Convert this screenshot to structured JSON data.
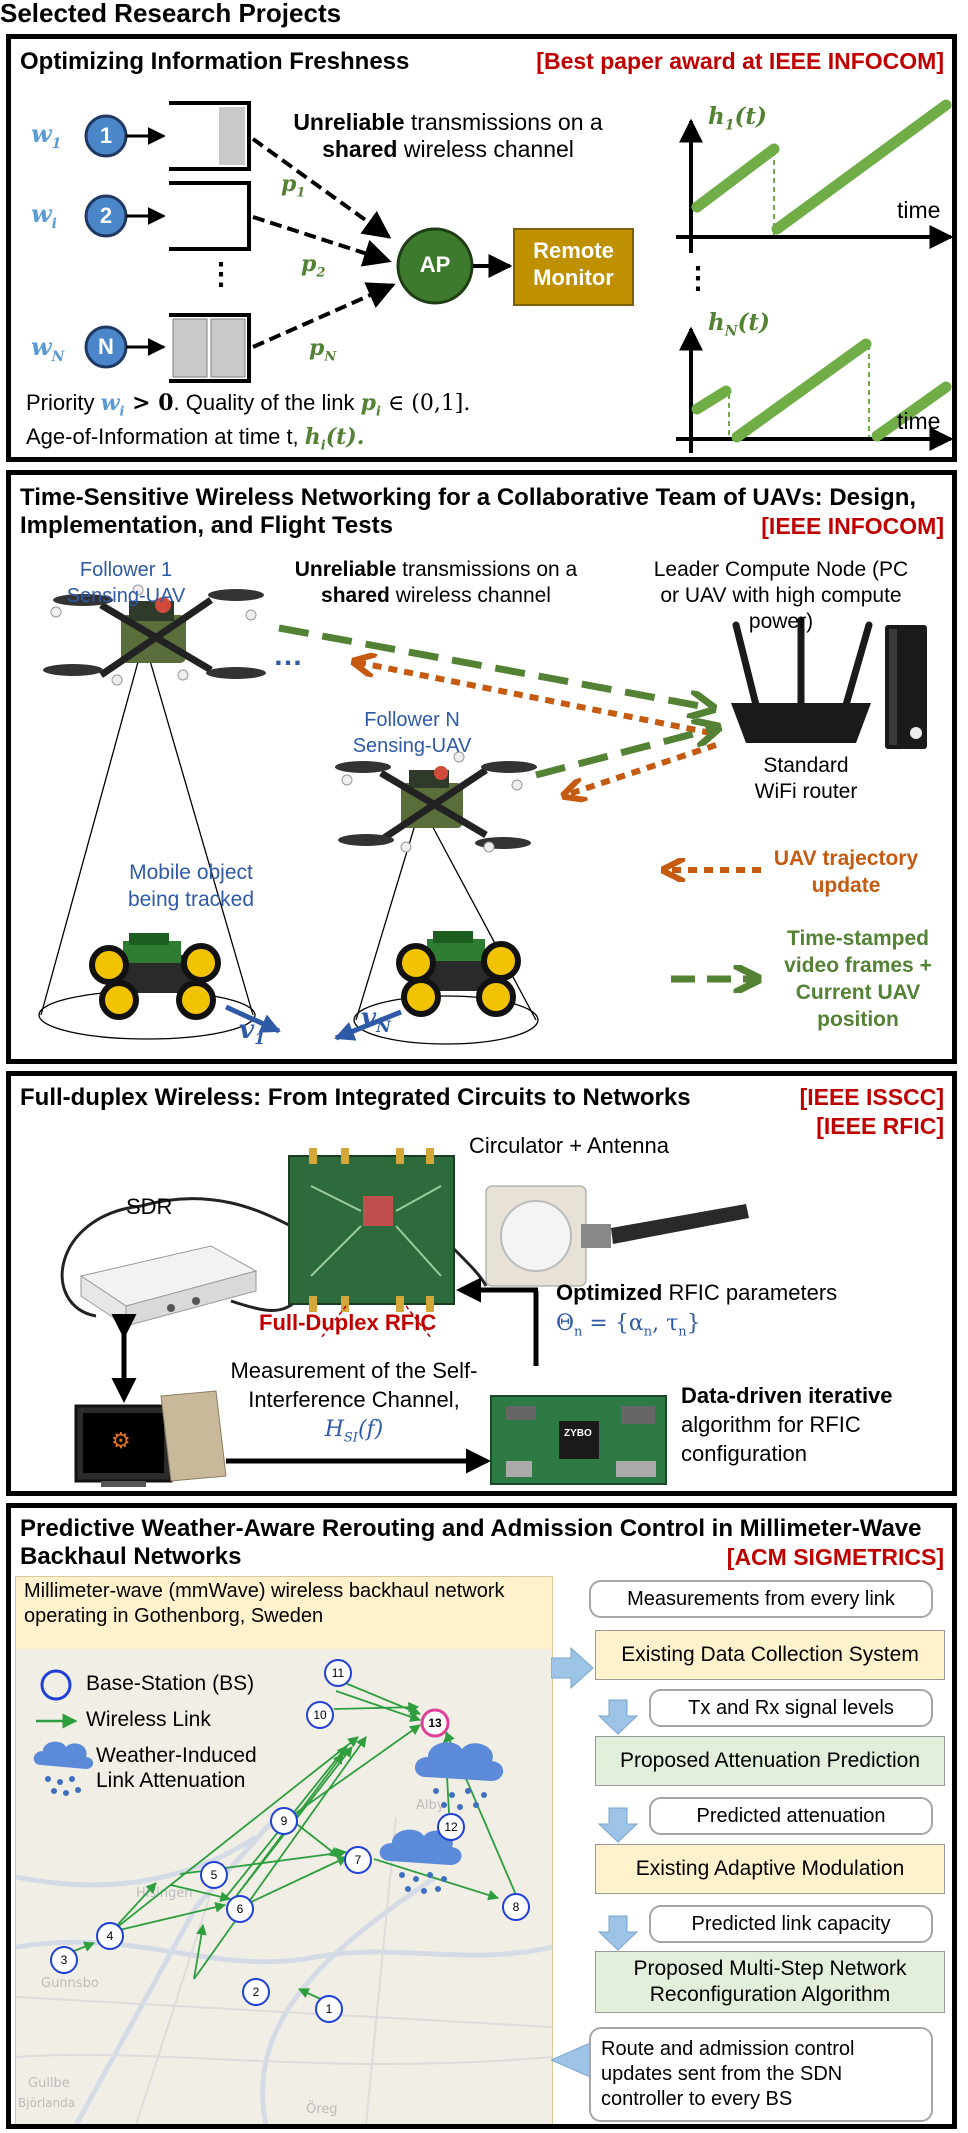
{
  "page_title": "Selected Research Projects",
  "panel1": {
    "title": "Optimizing Information Freshness",
    "award": "[Best paper award at IEEE INFOCOM]",
    "nodes": [
      "1",
      "2",
      "N"
    ],
    "weights": [
      "w",
      "w",
      "w"
    ],
    "weight_subs": [
      "1",
      "i",
      "N"
    ],
    "probs": [
      "p",
      "p",
      "p"
    ],
    "prob_subs": [
      "1",
      "2",
      "N"
    ],
    "vdots": "⋮",
    "ap_label": "AP",
    "monitor_label": "Remote Monitor",
    "desc_bold1": "Unreliable",
    "desc_plain1": " transmissions on a ",
    "desc_bold2": "shared",
    "desc_plain2": " wireless channel",
    "priority_text": "Priority ",
    "priority_math": "w",
    "priority_sub": "i",
    "priority_cond": " > 0",
    "link_text": ". Quality of the link ",
    "link_math": "p",
    "link_sub": "i",
    "link_cond": " ∈ (0,1].",
    "aoi_text": "Age-of-Information at time t, ",
    "aoi_math": "h",
    "aoi_sub": "i",
    "aoi_arg": "(t).",
    "plot1_label": "h",
    "plot1_sub": "1",
    "plotN_label": "h",
    "plotN_sub": "N",
    "plot_arg": "(t)",
    "time_label": "time",
    "colors": {
      "node_blue": "#4a86c8",
      "ap_green": "#3e7a2e",
      "monitor_gold": "#bf9000",
      "line_green": "#70ad47"
    }
  },
  "panel2": {
    "title": "Time-Sensitive Wireless Networking for a Collaborative Team of UAVs: Design, Implementation, and Flight Tests",
    "award": "[IEEE INFOCOM]",
    "follower1": "Follower 1 Sensing-UAV",
    "followerN": "Follower N Sensing-UAV",
    "dots": "…",
    "desc_bold1": "Unreliable",
    "desc_plain1": " transmissions on a ",
    "desc_bold2": "shared",
    "desc_plain2": " wireless channel",
    "leader": "Leader Compute Node (PC or UAV with high compute power)",
    "router": "Standard WiFi router",
    "mobile_object": "Mobile object being tracked",
    "v1": "v",
    "v1_sub": "1",
    "vN": "v",
    "vN_sub": "N",
    "legend_orange": "UAV trajectory update",
    "legend_green": "Time-stamped video frames + Current UAV position",
    "colors": {
      "orange": "#c55a11",
      "green": "#548235"
    }
  },
  "panel3": {
    "title": "Full-duplex Wireless: From Integrated Circuits to Networks",
    "awards": [
      "[IEEE ISSCC]",
      "[IEEE RFIC]"
    ],
    "circulator": "Circulator + Antenna",
    "sdr": "SDR",
    "rfic": "Full-Duplex RFIC",
    "optimized_bold": "Optimized",
    "optimized_plain": " RFIC parameters",
    "theta": "Θ",
    "theta_sub": "n",
    "theta_set": " = {α",
    "theta_set2": ", τ",
    "theta_end": "}",
    "measurement": "Measurement of the Self-Interference Channel, ",
    "hsi": "H",
    "hsi_sub": "SI",
    "hsi_arg": "(f)",
    "datadriven_bold": "Data-driven iterative",
    "datadriven_plain": "algorithm for RFIC configuration",
    "board_label": "ZYBO"
  },
  "panel4": {
    "title": "Predictive Weather-Aware Rerouting and Admission Control in Millimeter-Wave Backhaul Networks",
    "award": "[ACM SIGMETRICS]",
    "map_caption": "Millimeter-wave (mmWave) wireless backhaul network operating in Gothenborg, Sweden",
    "legend_bs": "Base-Station (BS)",
    "legend_link": "Wireless Link",
    "legend_weather": "Weather-Induced Link Attenuation",
    "bs_nodes": [
      "1",
      "2",
      "3",
      "4",
      "5",
      "6",
      "7",
      "8",
      "9",
      "10",
      "11",
      "12",
      "13"
    ],
    "map_places": [
      "Alby",
      "Gunnsbo",
      "Gullbe",
      "Björlanda",
      "Hisingen",
      "Öreg"
    ],
    "flow": {
      "c1": "Measurements from every link",
      "b1": "Existing Data Collection System",
      "c2": "Tx and Rx signal levels",
      "b2": "Proposed Attenuation Prediction",
      "c3": "Predicted attenuation",
      "b3": "Existing Adaptive Modulation",
      "c4": "Predicted link capacity",
      "b4": "Proposed Multi-Step Network Reconfiguration Algorithm",
      "c5": "Route and admission control updates sent from the SDN controller to every BS"
    },
    "colors": {
      "bs_blue": "#1f3fd6",
      "link_green": "#2e9e3e",
      "target_pink": "#e0409a",
      "cloud_blue": "#5b8bd8"
    }
  }
}
